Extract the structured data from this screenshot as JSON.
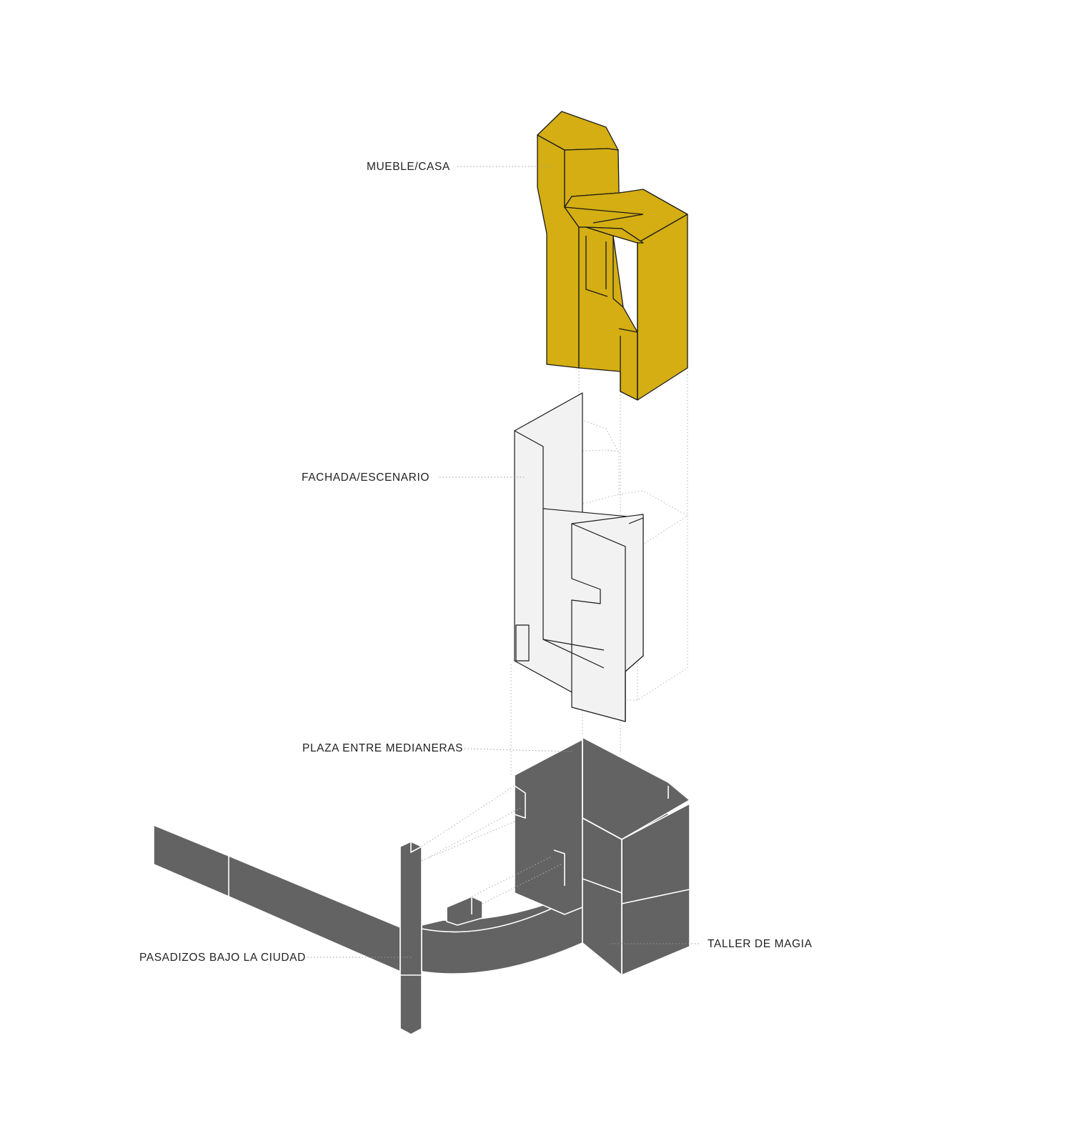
{
  "labels": {
    "mueble_casa": "MUEBLE/CASA",
    "fachada_escenario": "FACHADA/ESCENARIO",
    "plaza_entre_medianeras": "PLAZA ENTRE MEDIANERAS",
    "pasadizos_bajo_la_ciudad": "PASADIZOS BAJO LA CIUDAD",
    "taller_de_magia": "TALLER DE MAGIA"
  },
  "colors": {
    "mueble_casa": "#D4AE12",
    "fachada_escenario": "#f2f2f2",
    "underground": "#636363"
  }
}
